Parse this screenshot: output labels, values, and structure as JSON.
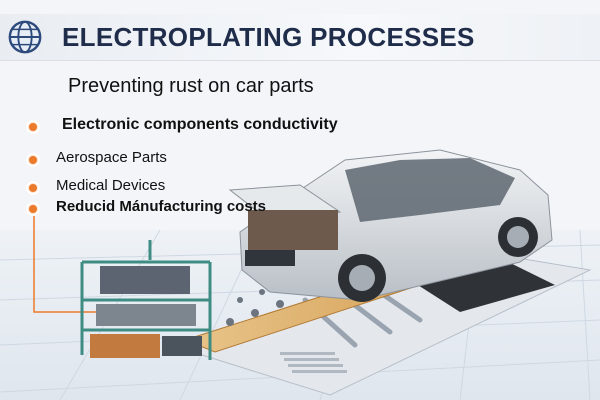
{
  "header": {
    "title": "ELECTROPLATING PROCESSES"
  },
  "subtitle": "Preventing rust on car parts",
  "bullets": [
    {
      "label": "Electronic components conductivity"
    },
    {
      "label": "Aerospace Parts"
    },
    {
      "label": "Medical Devices"
    },
    {
      "label": "Reducid Mánufacturing costs"
    }
  ],
  "colors": {
    "accent": "#ec7a2b",
    "title": "#1f2d4a",
    "car": "#d9dde2",
    "conveyor": "#e1b676"
  },
  "icons": [
    "globe-icon",
    "bullet-icon"
  ]
}
